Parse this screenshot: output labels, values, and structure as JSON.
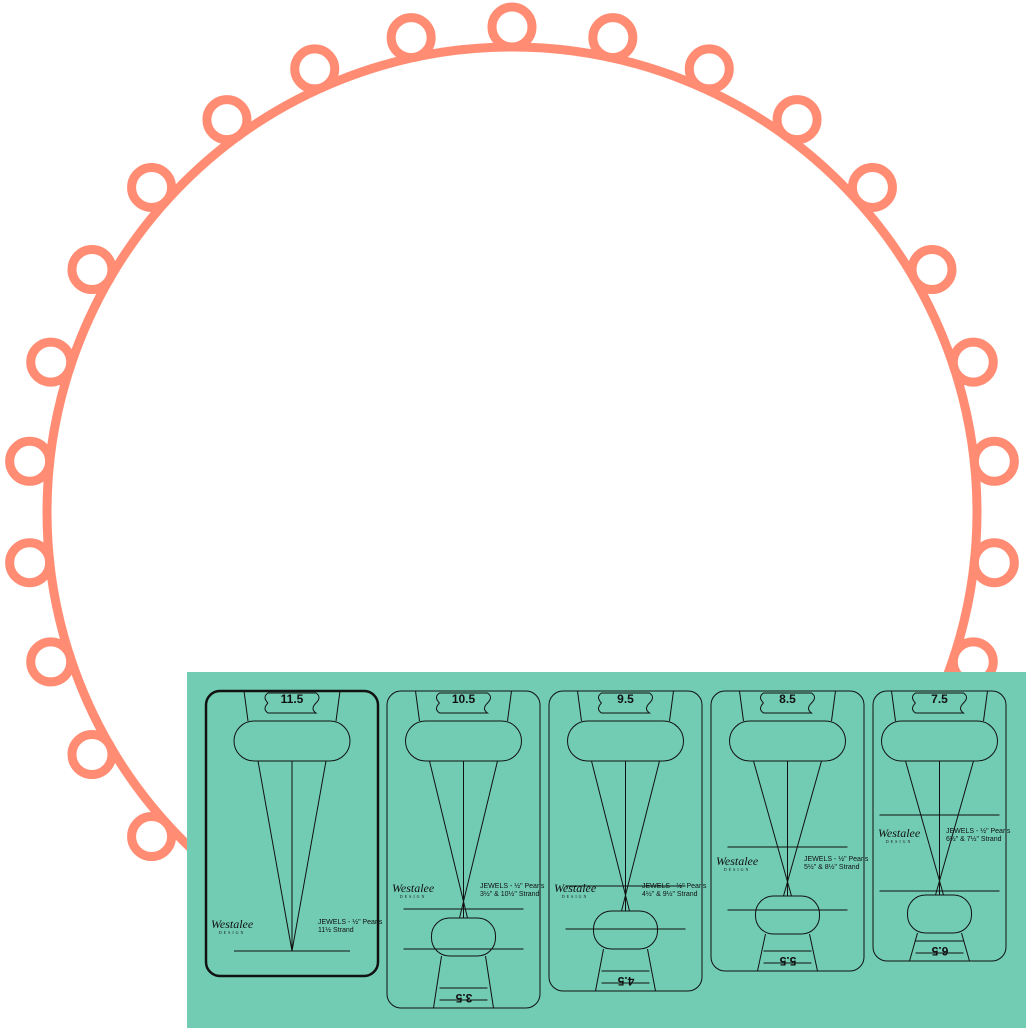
{
  "colors": {
    "ring": "#FF8C73",
    "panel": "#72CCB3",
    "line": "#111111"
  },
  "logo": {
    "name": "Westalee",
    "sub": "DESIGN"
  },
  "cards": [
    {
      "top": "11.5",
      "bottom": "",
      "jewels": "JEWELS - ½\" Pearls",
      "strand": "11½ Strand",
      "selected": true
    },
    {
      "top": "10.5",
      "bottom": "3.5",
      "jewels": "JEWELS - ½\" Pearls",
      "strand": "3½\" & 10½\" Strand",
      "selected": false
    },
    {
      "top": "9.5",
      "bottom": "4.5",
      "jewels": "JEWELS - ½\" Pearls",
      "strand": "4½\" & 9½\" Strand",
      "selected": false
    },
    {
      "top": "8.5",
      "bottom": "5.5",
      "jewels": "JEWELS - ½\" Pearls",
      "strand": "5½\" & 8½\" Strand",
      "selected": false
    },
    {
      "top": "7.5",
      "bottom": "6.5",
      "jewels": "JEWELS - ½\" Pearls",
      "strand": "6½\" & 7½\" Strand",
      "selected": false
    }
  ]
}
